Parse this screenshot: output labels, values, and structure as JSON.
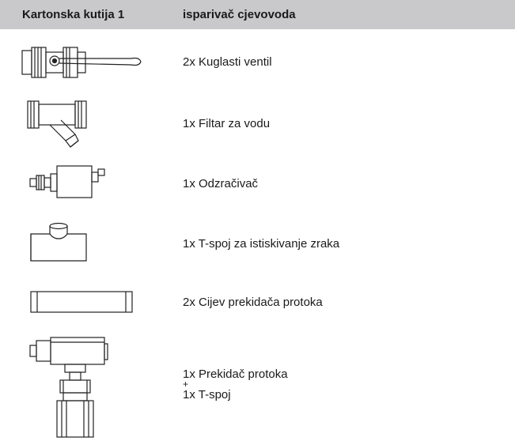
{
  "header": {
    "col1": "Kartonska kutija 1",
    "col2": "isparivač cjevovoda"
  },
  "items": [
    {
      "icon": "ball-valve-icon",
      "label": "2x Kuglasti ventil"
    },
    {
      "icon": "water-filter-icon",
      "label": "1x Filtar za vodu"
    },
    {
      "icon": "air-vent-icon",
      "label": "1x Odzračivač"
    },
    {
      "icon": "tee-fitting-air-release-icon",
      "label": "1x T-spoj za istiskivanje zraka"
    },
    {
      "icon": "flow-switch-pipe-icon",
      "label": "2x Cijev prekidača protoka"
    },
    {
      "icon": "flow-switch-icon",
      "lines": [
        "1x Prekidač protoka",
        "+",
        "1x T-spoj"
      ]
    }
  ]
}
